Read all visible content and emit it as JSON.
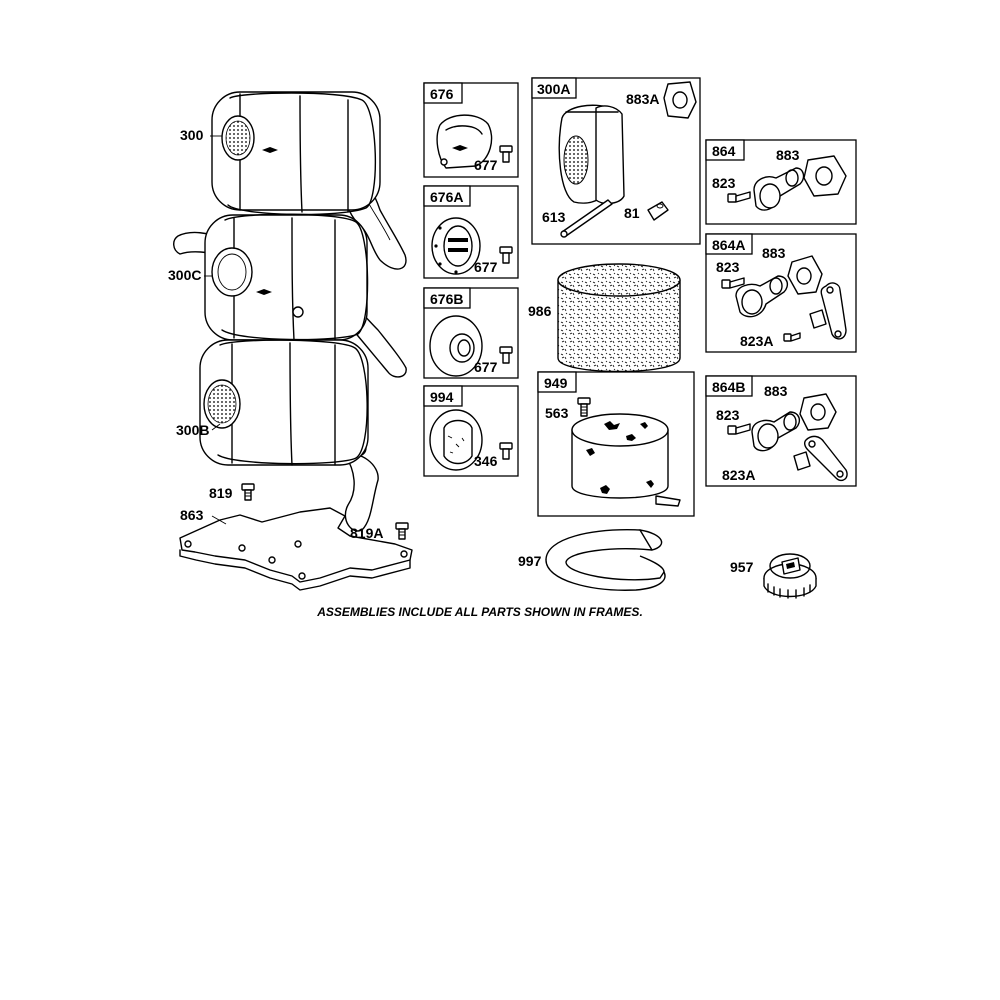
{
  "diagram": {
    "caption": "ASSEMBLIES INCLUDE ALL PARTS SHOWN IN FRAMES.",
    "frames": {
      "f676": "676",
      "f676A": "676A",
      "f676B": "676B",
      "f994": "994",
      "f300A": "300A",
      "f949": "949",
      "f864": "864",
      "f864A": "864A",
      "f864B": "864B"
    },
    "labels": {
      "p300": "300",
      "p300C": "300C",
      "p300B": "300B",
      "p819": "819",
      "p863": "863",
      "p819A": "819A",
      "p677a": "677",
      "p677b": "677",
      "p677c": "677",
      "p346": "346",
      "p883A": "883A",
      "p613": "613",
      "p81": "81",
      "p986": "986",
      "p563": "563",
      "p997": "997",
      "p864_883": "883",
      "p864_823": "823",
      "p864A_883": "883",
      "p864A_823": "823",
      "p864A_823A": "823A",
      "p864B_883": "883",
      "p864B_823": "823",
      "p864B_823A": "823A",
      "p957": "957"
    }
  }
}
